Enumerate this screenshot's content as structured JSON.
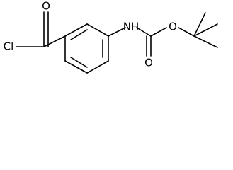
{
  "molecule": {
    "atoms": {
      "cl": "Cl",
      "o_acyl": "O",
      "nh": "NH",
      "o_carbonyl": "O",
      "o_ester": "O"
    },
    "colors": {
      "bond": "#000000",
      "label": "#000000",
      "background": "#ffffff"
    }
  }
}
